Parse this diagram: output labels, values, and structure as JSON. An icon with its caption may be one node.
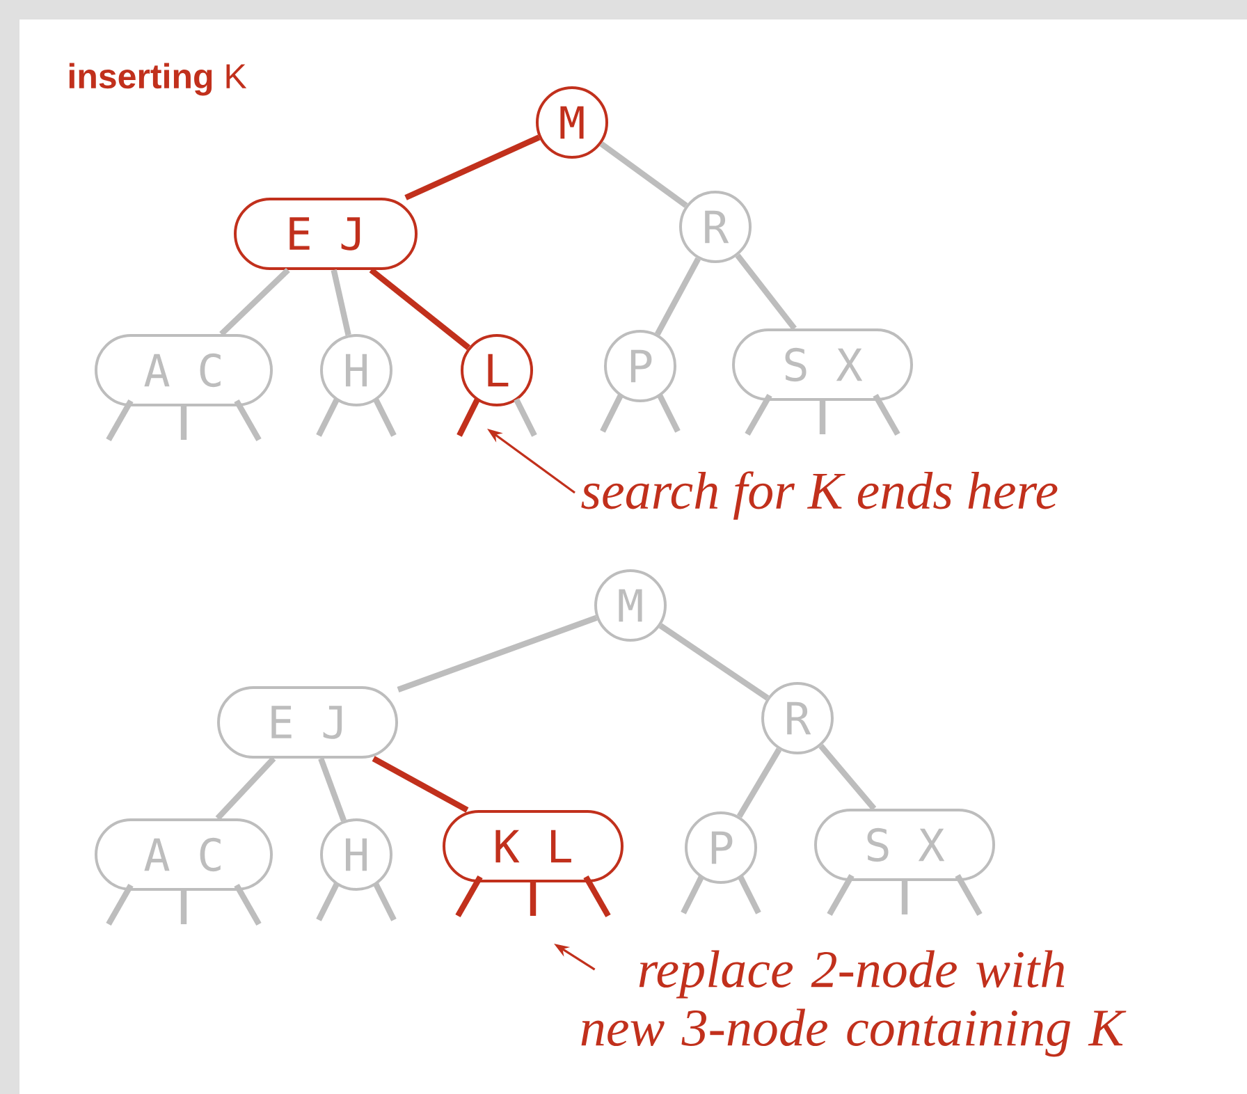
{
  "diagram": {
    "title": "**inserting** K",
    "nodes": [
      {
        "text": [
          "M"
        ]
      },
      {
        "text": [
          "E J"
        ]
      },
      {
        "text": [
          "R"
        ]
      },
      {
        "text": [
          "A C"
        ]
      },
      {
        "text": [
          "H"
        ]
      },
      {
        "text": [
          "L"
        ]
      },
      {
        "text": [
          "P"
        ]
      },
      {
        "text": [
          "S X"
        ]
      },
      {
        "text": [
          "M"
        ]
      },
      {
        "text": [
          "E J"
        ]
      },
      {
        "text": [
          "R"
        ]
      },
      {
        "text": [
          "A C"
        ]
      },
      {
        "text": [
          "H"
        ]
      },
      {
        "text": [
          "K L"
        ]
      },
      {
        "text": [
          "P"
        ]
      },
      {
        "text": [
          "S X"
        ]
      },
      {
        "text": [
          "search for K ends here"
        ]
      },
      {
        "text": [
          "replace 2-node with new 3-node containing K"
        ]
      }
    ],
    "edges": [
      {
        "from": 0,
        "to": 1,
        "arrow": "none",
        "color": "#c1301c"
      },
      {
        "from": 0,
        "to": 2,
        "arrow": "none"
      },
      {
        "from": 1,
        "to": 3,
        "arrow": "none"
      },
      {
        "from": 1,
        "to": 4,
        "arrow": "none"
      },
      {
        "from": 1,
        "to": 5,
        "arrow": "none",
        "color": "#c1301c"
      },
      {
        "from": 2,
        "to": 6,
        "arrow": "none"
      },
      {
        "from": 2,
        "to": 7,
        "arrow": "none"
      },
      {
        "from": 3,
        "to": null,
        "arrow": "none"
      },
      {
        "from": 3,
        "to": null,
        "arrow": "none"
      },
      {
        "from": 3,
        "to": null,
        "arrow": "none"
      },
      {
        "from": 4,
        "to": null,
        "arrow": "none"
      },
      {
        "from": 4,
        "to": null,
        "arrow": "none"
      },
      {
        "from": 5,
        "to": null,
        "arrow": "none",
        "color": "#c1301c"
      },
      {
        "from": 5,
        "to": null,
        "arrow": "none"
      },
      {
        "from": 6,
        "to": null,
        "arrow": "none"
      },
      {
        "from": 6,
        "to": null,
        "arrow": "none"
      },
      {
        "from": 7,
        "to": null,
        "arrow": "none"
      },
      {
        "from": 7,
        "to": null,
        "arrow": "none"
      },
      {
        "from": 7,
        "to": null,
        "arrow": "none"
      },
      {
        "from": 16,
        "to": null,
        "arrow": "to",
        "color": "#c1301c"
      },
      {
        "from": 8,
        "to": 9,
        "arrow": "none"
      },
      {
        "from": 8,
        "to": 10,
        "arrow": "none"
      },
      {
        "from": 9,
        "to": 11,
        "arrow": "none"
      },
      {
        "from": 9,
        "to": 12,
        "arrow": "none"
      },
      {
        "from": 9,
        "to": 13,
        "arrow": "none",
        "color": "#c1301c"
      },
      {
        "from": 10,
        "to": 14,
        "arrow": "none"
      },
      {
        "from": 10,
        "to": 15,
        "arrow": "none"
      },
      {
        "from": 11,
        "to": null,
        "arrow": "none"
      },
      {
        "from": 11,
        "to": null,
        "arrow": "none"
      },
      {
        "from": 11,
        "to": null,
        "arrow": "none"
      },
      {
        "from": 12,
        "to": null,
        "arrow": "none"
      },
      {
        "from": 12,
        "to": null,
        "arrow": "none"
      },
      {
        "from": 13,
        "to": null,
        "arrow": "none",
        "color": "#c1301c"
      },
      {
        "from": 13,
        "to": null,
        "arrow": "none",
        "color": "#c1301c"
      },
      {
        "from": 13,
        "to": null,
        "arrow": "none",
        "color": "#c1301c"
      },
      {
        "from": 14,
        "to": null,
        "arrow": "none"
      },
      {
        "from": 14,
        "to": null,
        "arrow": "none"
      },
      {
        "from": 15,
        "to": null,
        "arrow": "none"
      },
      {
        "from": 15,
        "to": null,
        "arrow": "none"
      },
      {
        "from": 15,
        "to": null,
        "arrow": "none"
      },
      {
        "from": 17,
        "to": null,
        "arrow": "to",
        "color": "#c1301c"
      }
    ]
  }
}
